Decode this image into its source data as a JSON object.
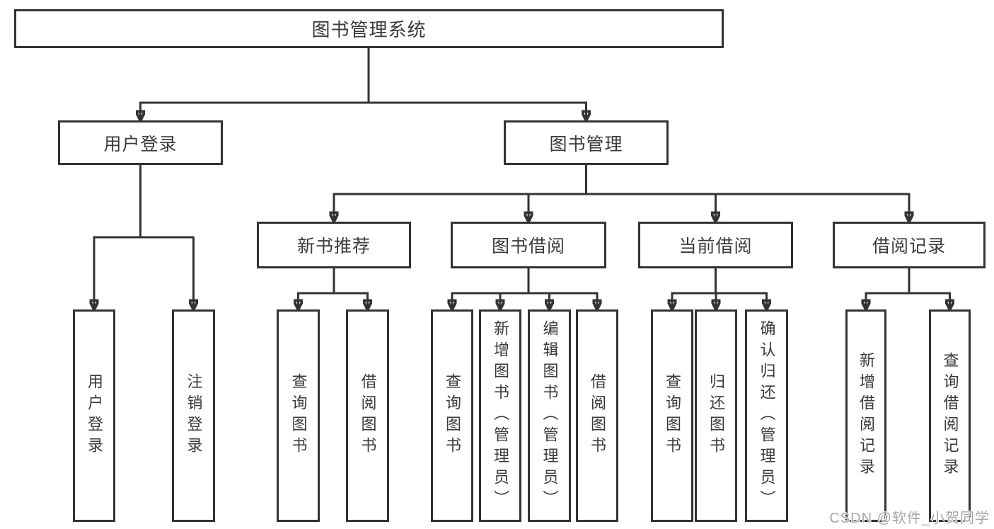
{
  "nodes": {
    "system": "图书管理系统",
    "user_login": "用户登录",
    "book_management": "图书管理",
    "new_book_recommend": "新书推荐",
    "book_borrowing": "图书借阅",
    "current_borrowing": "当前借阅",
    "borrowing_records": "借阅记录",
    "leaf_user_login": "用户登录",
    "leaf_logout": "注销登录",
    "leaf_nb_query_books": "查询图书",
    "leaf_nb_borrow_books": "借阅图书",
    "leaf_bb_query_books": "查询图书",
    "leaf_bb_add_books": "新增图书（管理员）",
    "leaf_bb_edit_books": "编辑图书（管理员）",
    "leaf_bb_borrow_books": "借阅图书",
    "leaf_cb_query_books": "查询图书",
    "leaf_cb_return_books": "归还图书",
    "leaf_cb_confirm_return": "确认归还（管理员）",
    "leaf_br_add_record": "新增借阅记录",
    "leaf_br_query_record": "查询借阅记录"
  },
  "hierarchy": {
    "图书管理系统": {
      "用户登录": [
        "用户登录",
        "注销登录"
      ],
      "图书管理": {
        "新书推荐": [
          "查询图书",
          "借阅图书"
        ],
        "图书借阅": [
          "查询图书",
          "新增图书（管理员）",
          "编辑图书（管理员）",
          "借阅图书"
        ],
        "当前借阅": [
          "查询图书",
          "归还图书",
          "确认归还（管理员）"
        ],
        "借阅记录": [
          "新增借阅记录",
          "查询借阅记录"
        ]
      }
    }
  },
  "watermark": {
    "text": "CSDN @软件_小贺同学"
  },
  "colors": {
    "line": "#333333",
    "node_border": "#333333",
    "node_fill": "#ffffff",
    "text": "#3a3a3a",
    "watermark_text": "#a6a6aa",
    "background": "#ffffff"
  }
}
